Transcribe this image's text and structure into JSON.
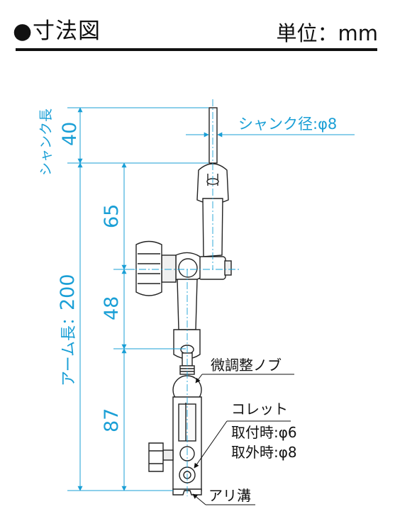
{
  "header": {
    "title": "●寸法図",
    "unit": "単位：mm"
  },
  "dimensions": {
    "shank_length_label": "シャンク長",
    "shank_length_value": "40",
    "arm_length_label": "アーム長：",
    "arm_length_value": "200",
    "seg_upper": "65",
    "seg_middle": "48",
    "seg_lower": "87"
  },
  "callouts": {
    "shank_diameter": "シャンク径:φ8",
    "fine_knob": "微調整ノブ",
    "collet": "コレット",
    "collet_mount": "取付時:φ6",
    "collet_remove": "取外時:φ8",
    "dovetail": "アリ溝"
  },
  "colors": {
    "dimension": "#1a9fd6",
    "line": "#222222"
  }
}
